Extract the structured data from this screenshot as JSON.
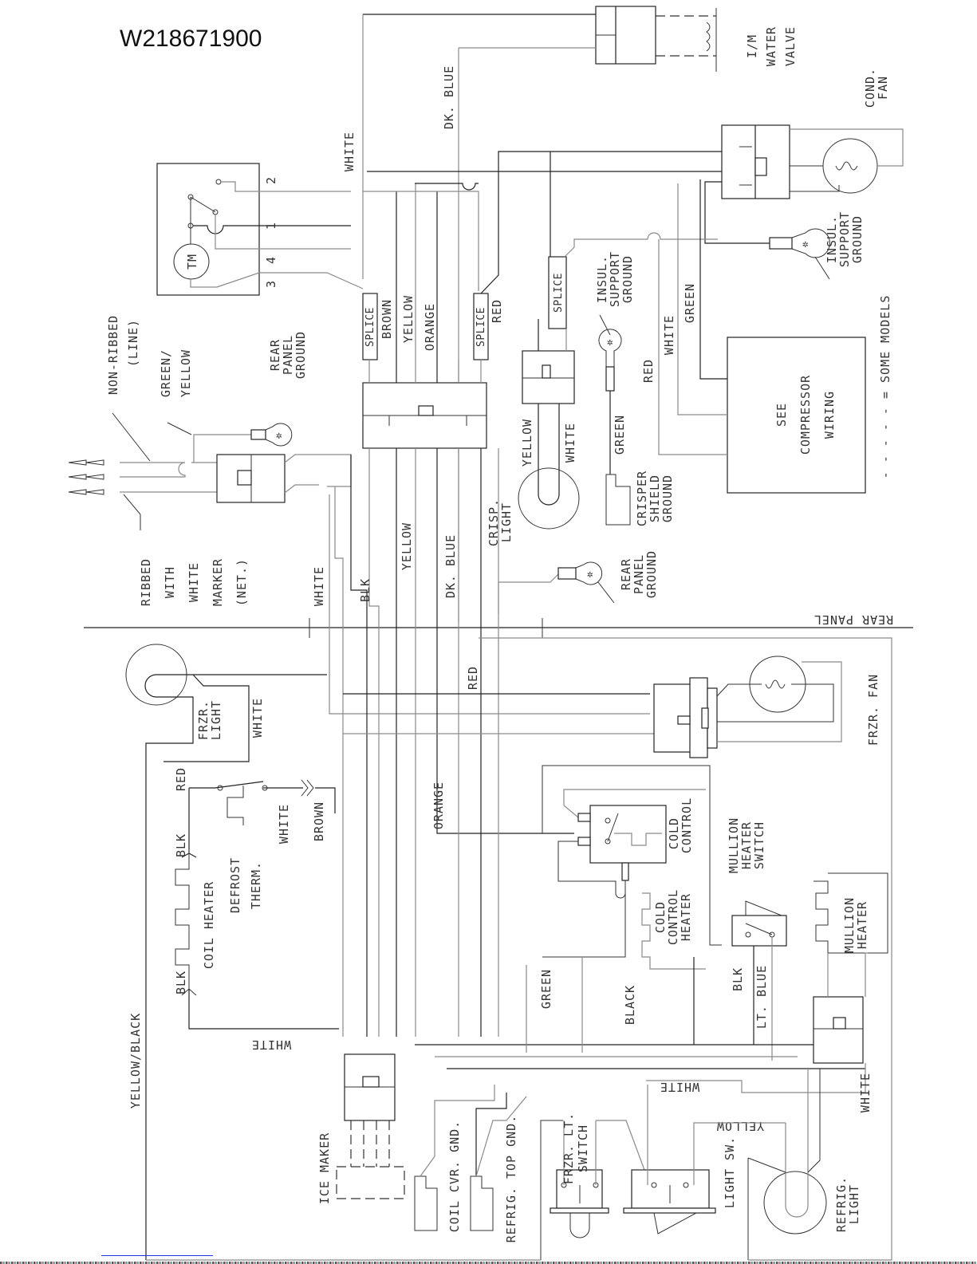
{
  "document": {
    "model_number": "W218671900"
  },
  "labels": {
    "water_valve": [
      "I/M",
      "WATER",
      "VALVE"
    ],
    "cond_fan": [
      "COND.",
      "FAN"
    ],
    "insul_support_ground_top": [
      "INSUL.",
      "SUPPORT",
      "GROUND"
    ],
    "insul_support_ground_mid": [
      "INSUL.",
      "SUPPORT",
      "GROUND"
    ],
    "see_compressor_wiring": [
      "SEE",
      "COMPRESSOR",
      "WIRING"
    ],
    "some_models_legend": "- - - - - = SOME MODELS",
    "timer_terminals": [
      "2",
      "1",
      "4",
      "3"
    ],
    "timer_motor": "TM",
    "splice_left": "SPLICE",
    "splice_right": "SPLICE",
    "splice_crisper": "SPLICE",
    "non_ribbed": [
      "NON-RIBBED",
      "(LINE)"
    ],
    "green_yellow": [
      "GREEN/",
      "YELLOW"
    ],
    "rear_panel_ground_top": [
      "REAR",
      "PANEL",
      "GROUND"
    ],
    "rear_panel_ground_mid": [
      "REAR",
      "PANEL",
      "GROUND"
    ],
    "ribbed_with_marker": [
      "RIBBED",
      "WITH",
      "WHITE",
      "MARKER",
      "(NET.)"
    ],
    "crisp_light": [
      "CRISP.",
      "LIGHT"
    ],
    "crisper_shield_ground": [
      "CRISPER",
      "SHIELD",
      "GROUND"
    ],
    "rear_panel": "REAR PANEL",
    "frzr_light": [
      "FRZR.",
      "LIGHT"
    ],
    "frzr_fan": "FRZR. FAN",
    "coil_heater": "COIL HEATER",
    "defrost_therm": [
      "DEFROST",
      "THERM."
    ],
    "cold_control": [
      "COLD",
      "CONTROL"
    ],
    "cold_control_heater": [
      "COLD",
      "CONTROL",
      "HEATER"
    ],
    "mullion_heater_switch": [
      "MULLION",
      "HEATER",
      "SWITCH"
    ],
    "mullion_heater": [
      "MULLION",
      "HEATER"
    ],
    "ice_maker": "ICE MAKER",
    "coil_cvr_gnd": "COIL CVR. GND.",
    "refrig_top_gnd": "REFRIG. TOP GND.",
    "frzr_lt_switch": [
      "FRZR. LT.",
      "SWITCH"
    ],
    "light_sw": "LIGHT SW.",
    "refrig_light": [
      "REFRIG.",
      "LIGHT"
    ],
    "yellow_black": "YELLOW/BLACK"
  },
  "wire_colors": {
    "white_top": "WHITE",
    "dk_blue_top": "DK. BLUE",
    "brown": "BROWN",
    "yellow_upper": "YELLOW",
    "orange_upper": "ORANGE",
    "red_upper": "RED",
    "green_right": "GREEN",
    "white_right": "WHITE",
    "red_right": "RED",
    "yellow_crisp": "YELLOW",
    "white_crisp": "WHITE",
    "green_crisp": "GREEN",
    "white_mid": "WHITE",
    "blk_mid": "BLK",
    "yellow_mid": "YELLOW",
    "dk_blue_mid": "DK. BLUE",
    "red_mid": "RED",
    "white_frzr": "WHITE",
    "red_heater": "RED",
    "blk_heater_top": "BLK",
    "blk_heater_bottom": "BLK",
    "white_therm": "WHITE",
    "brown_therm": "BROWN",
    "orange_lower": "ORANGE",
    "green_lower": "GREEN",
    "black_lower": "BLACK",
    "blk_lower": "BLK",
    "lt_blue": "LT. BLUE",
    "white_lower_flipped": "WHITE",
    "white_bottom_left_flipped": "WHITE",
    "yellow_lower_flipped": "YELLOW",
    "white_right_lower": "WHITE"
  }
}
